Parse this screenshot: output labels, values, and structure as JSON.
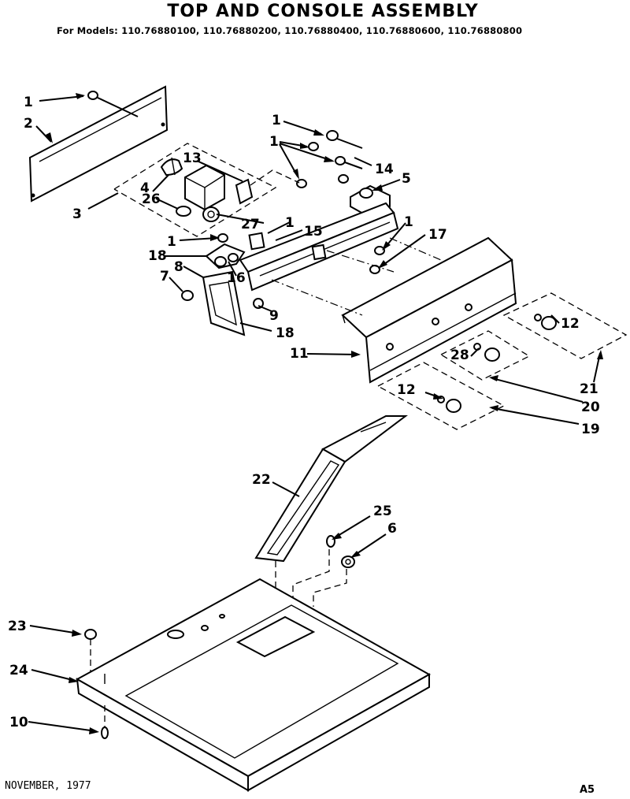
{
  "title": "TOP AND CONSOLE ASSEMBLY",
  "models_line": "For Models: 110.76880100, 110.76880200, 110.76880400, 110.76880600, 110.76880800",
  "footer": {
    "date": "NOVEMBER, 1977",
    "page_code": "A5"
  },
  "callouts": {
    "c1a": "1",
    "c2": "2",
    "c3": "3",
    "c1b": "1",
    "c1c": "1",
    "c14": "14",
    "c5": "5",
    "c13": "13",
    "c4": "4",
    "c26": "26",
    "c27": "27",
    "c1d": "1",
    "c15": "15",
    "c1e": "1",
    "c17": "17",
    "c1f": "1",
    "c18a": "18",
    "c8": "8",
    "c16": "16",
    "c7": "7",
    "c9": "9",
    "c18b": "18",
    "c11": "11",
    "c12a": "12",
    "c28": "28",
    "c21": "21",
    "c12b": "12",
    "c20": "20",
    "c19": "19",
    "c22": "22",
    "c25": "25",
    "c6": "6",
    "c23": "23",
    "c24": "24",
    "c10": "10"
  }
}
